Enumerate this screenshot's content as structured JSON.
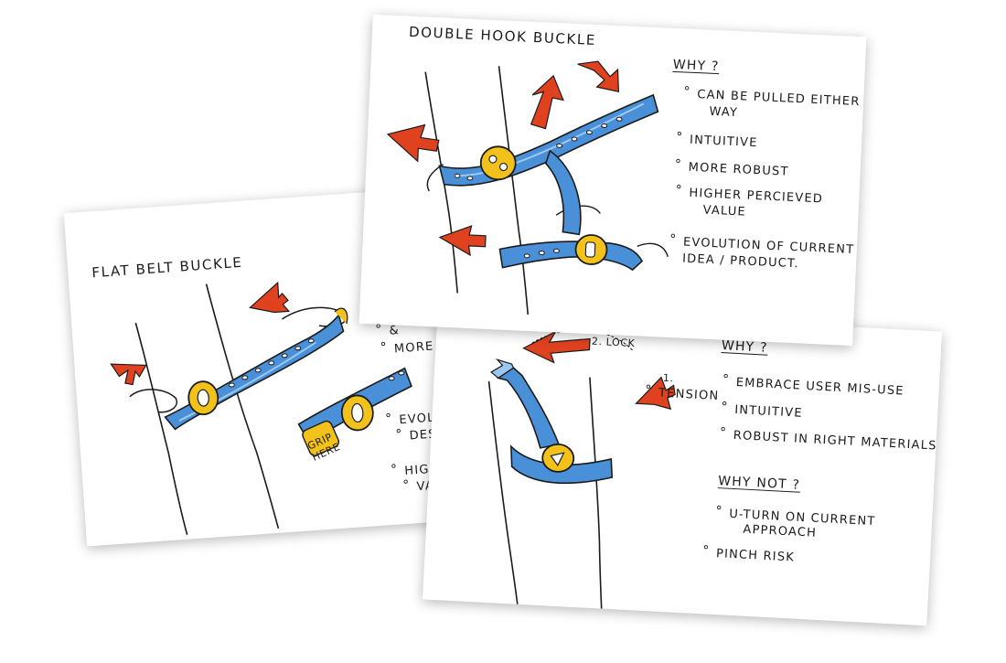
{
  "cards": {
    "flat": {
      "title": "Flat Belt Buckle",
      "partial_lines": [
        "&",
        "More",
        "",
        "Evolut",
        "Desig",
        "Highe",
        "Va"
      ],
      "grip_label_line1": "Grip",
      "grip_label_line2": "Here"
    },
    "twist": {
      "title_fragment": "Twist Design",
      "label_lock": "2. Lock",
      "label_tension_num": "1.",
      "label_tension": "Tension",
      "why_heading": "Why ?",
      "why_bullets": [
        "Embrace user mis-use",
        "Intuitive",
        "Robust in Right materials"
      ],
      "why_not_heading": "Why not ?",
      "why_not_bullets": [
        {
          "line1": "U-turn on current",
          "line2": "Approach"
        },
        {
          "line1": "Pinch Risk",
          "line2": ""
        }
      ]
    },
    "double": {
      "title": "Double Hook Buckle",
      "why_heading": "Why ?",
      "bullets": [
        {
          "line1": "Can be pulled either",
          "line2": "way"
        },
        {
          "line1": "Intuitive",
          "line2": ""
        },
        {
          "line1": "More Robust",
          "line2": ""
        },
        {
          "line1": "Higher percieved",
          "line2": "Value"
        },
        {
          "line1": "Evolution of current",
          "line2": "Idea / Product."
        }
      ]
    }
  },
  "colors": {
    "strap_blue": "#4a90d9",
    "strap_highlight": "#9cc8f0",
    "buckle_yellow": "#f2c21b",
    "arrow_red": "#e0421f",
    "ink": "#1b1b1b"
  }
}
